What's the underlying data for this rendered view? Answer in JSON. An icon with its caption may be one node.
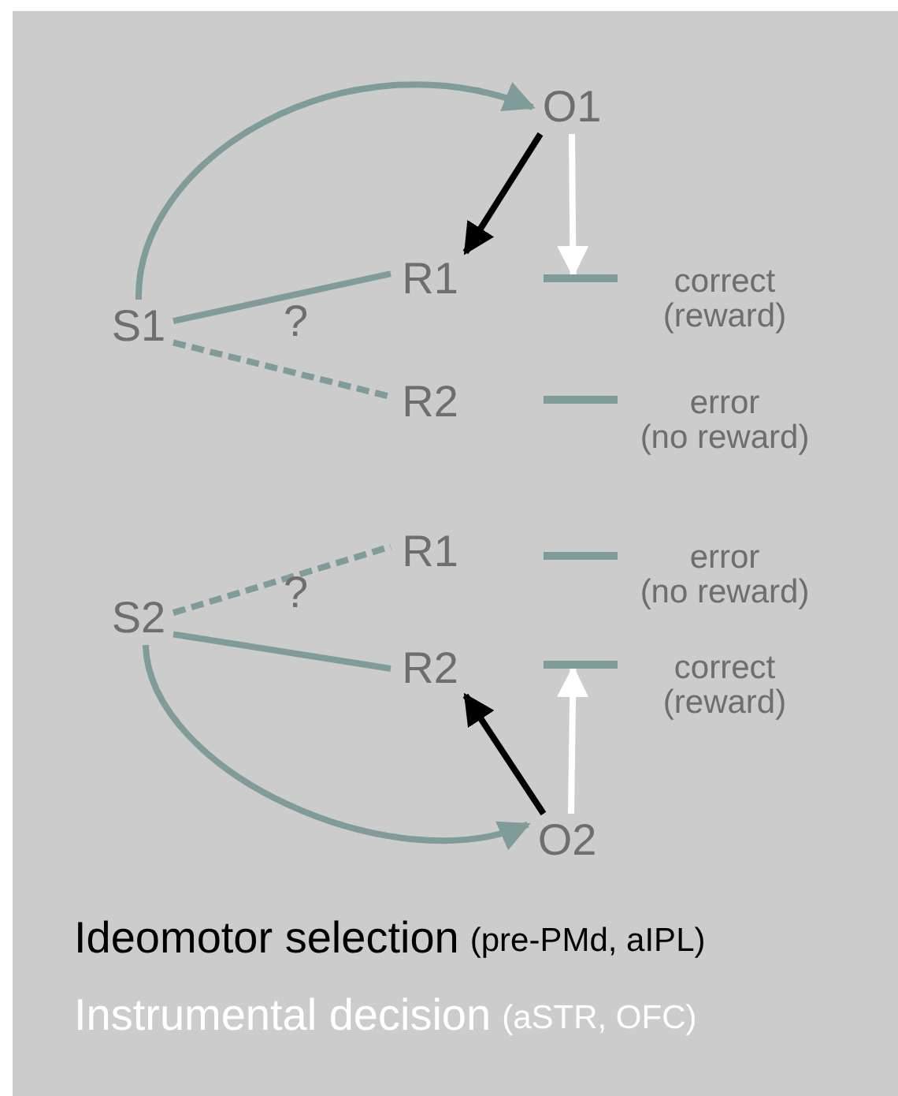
{
  "diagram": {
    "nodes": [
      {
        "text": [
          "O1"
        ]
      },
      {
        "text": [
          "S1"
        ]
      },
      {
        "text": [
          "R1"
        ]
      },
      {
        "text": [
          "R2"
        ]
      },
      {
        "text": [],
        "shape": "bar",
        "beside": [
          "correct (reward)"
        ]
      },
      {
        "text": [],
        "shape": "bar",
        "beside": [
          "error (no reward)"
        ]
      },
      {
        "text": [
          "S2"
        ]
      },
      {
        "text": [
          "R1"
        ]
      },
      {
        "text": [
          "R2"
        ]
      },
      {
        "text": [],
        "shape": "bar",
        "beside": [
          "error (no reward)"
        ]
      },
      {
        "text": [],
        "shape": "bar",
        "beside": [
          "correct (reward)"
        ]
      },
      {
        "text": [
          "O2"
        ]
      }
    ],
    "edges": [
      {
        "from": 1,
        "to": 0,
        "arrow": "to"
      },
      {
        "from": 0,
        "to": 2,
        "arrow": "to",
        "color": "#000000"
      },
      {
        "from": 0,
        "to": 4,
        "arrow": "to",
        "color": "#ffffff"
      },
      {
        "from": 1,
        "to": 2,
        "arrow": "none"
      },
      {
        "from": 1,
        "to": 3,
        "arrow": "none",
        "style": "dashed"
      },
      {
        "from": 6,
        "to": 7,
        "arrow": "none",
        "style": "dashed"
      },
      {
        "from": 6,
        "to": 8,
        "arrow": "none"
      },
      {
        "from": 6,
        "to": 11,
        "arrow": "to"
      },
      {
        "from": 11,
        "to": 8,
        "arrow": "to",
        "color": "#000000"
      },
      {
        "from": 11,
        "to": 10,
        "arrow": "to",
        "color": "#ffffff"
      }
    ],
    "labels": [
      "?",
      "?",
      "Ideomotor selection",
      "(pre-PMd, aIPL)",
      "Instrumental decision",
      "(aSTR, OFC)"
    ]
  }
}
